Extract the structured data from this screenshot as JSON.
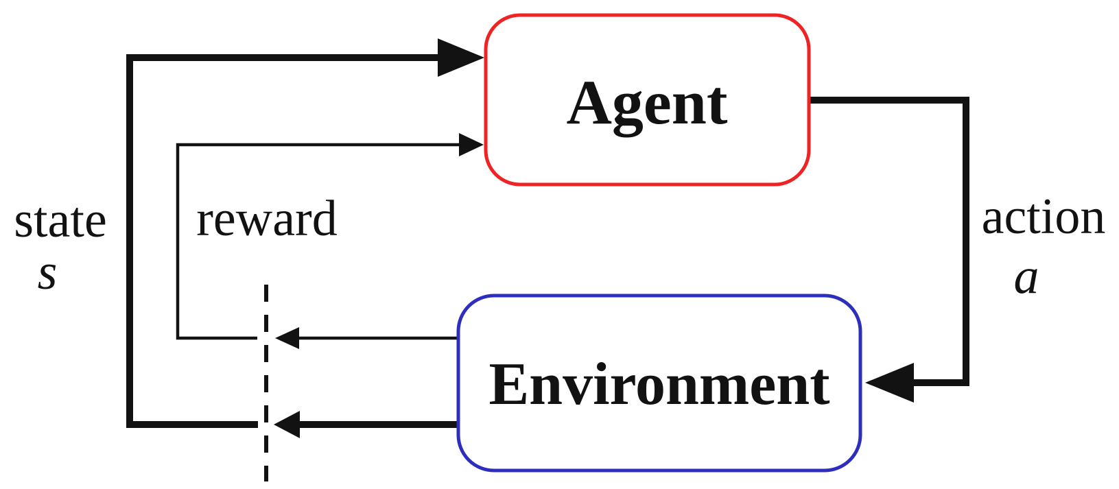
{
  "nodes": {
    "agent": {
      "label": "Agent",
      "border_color": "#ee2323"
    },
    "environment": {
      "label": "Environment",
      "border_color": "#2e2ebe"
    }
  },
  "labels": {
    "state": {
      "text": "state",
      "symbol": "s"
    },
    "reward": {
      "text": "reward"
    },
    "action": {
      "text": "action",
      "symbol": "a"
    }
  },
  "colors": {
    "line": "#121212",
    "background": "#ffffff"
  }
}
